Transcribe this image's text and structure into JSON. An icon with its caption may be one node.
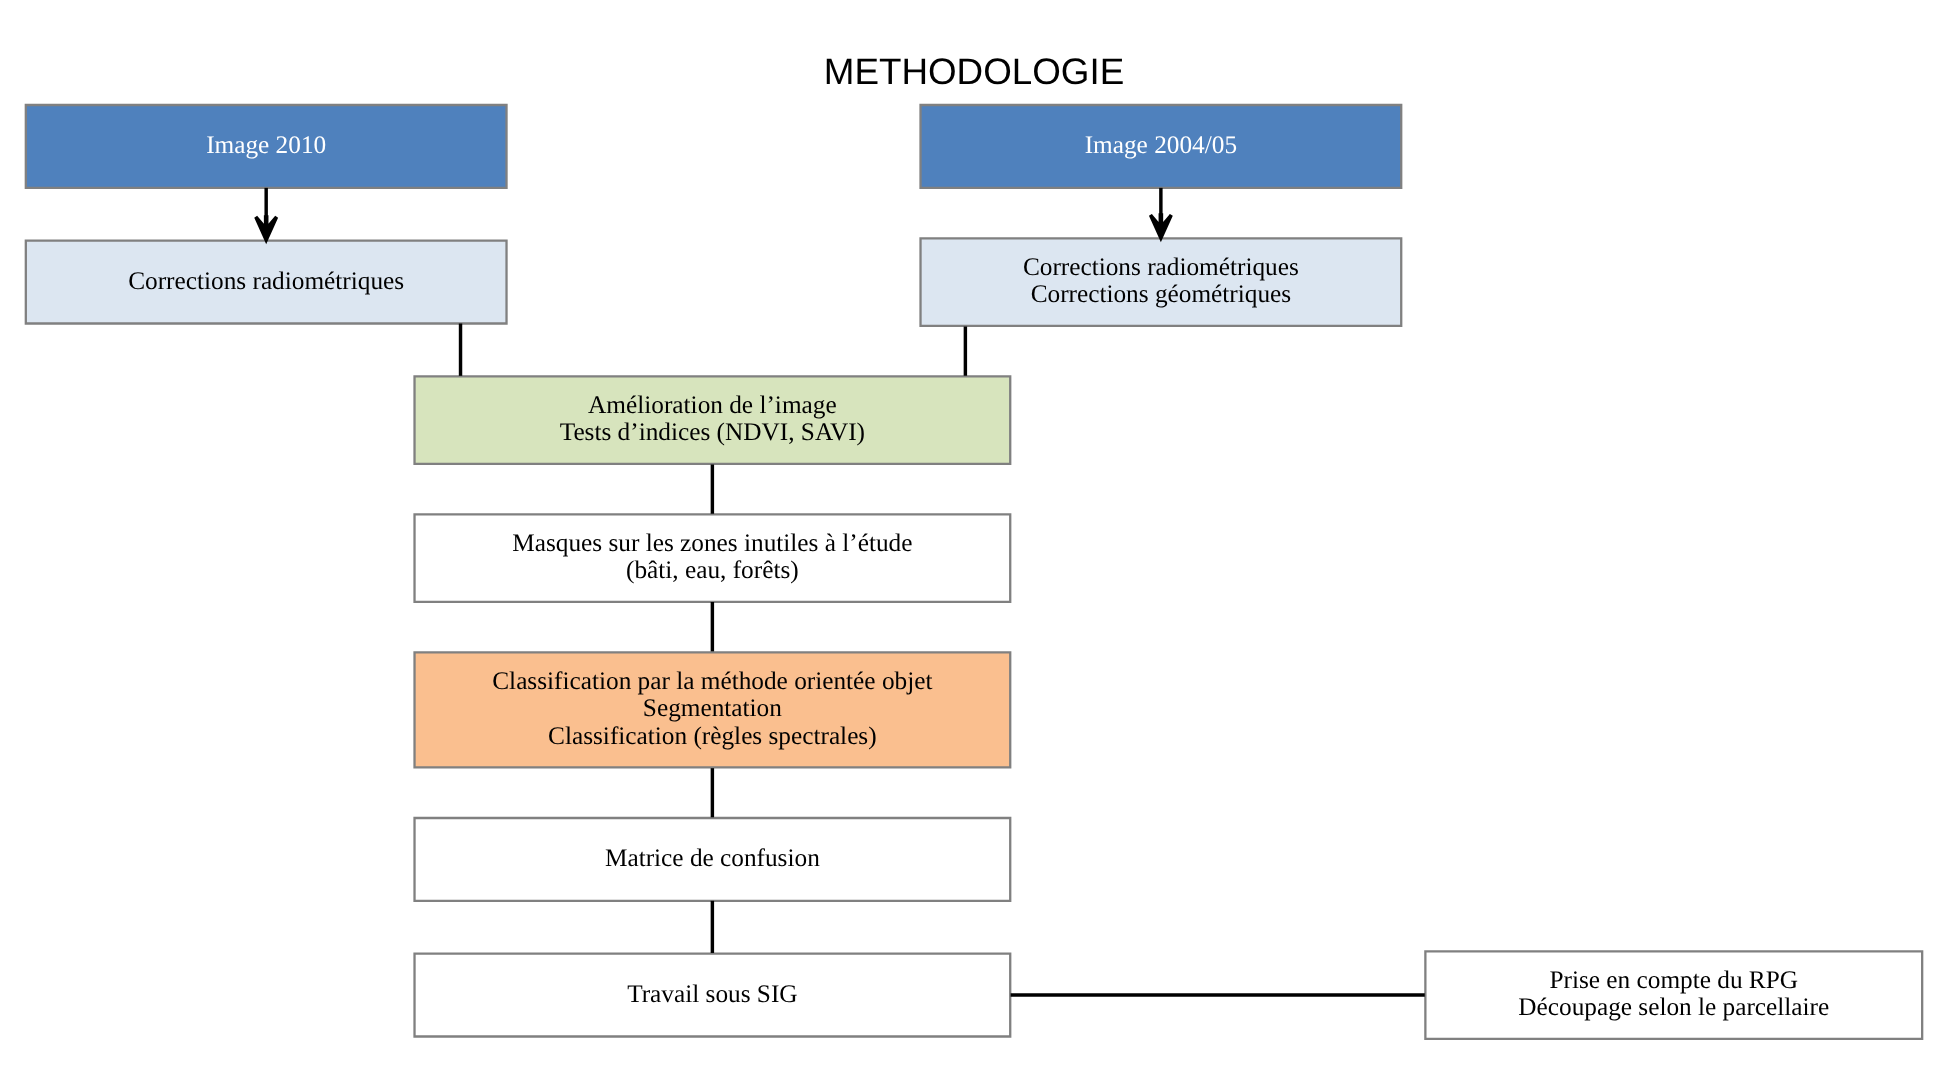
{
  "diagram": {
    "title": "METHODOLOGIE",
    "nodes": [
      {
        "text": [
          "Image 2010"
        ]
      },
      {
        "text": [
          "Image 2004/05"
        ]
      },
      {
        "text": [
          "Corrections radiométriques"
        ]
      },
      {
        "text": [
          "Corrections radiométriques",
          "Corrections géométriques"
        ]
      },
      {
        "text": [
          "Amélioration de l’image",
          "Tests d’indices (NDVI, SAVI)"
        ]
      },
      {
        "text": [
          "Masques sur les zones inutiles à l’étude",
          "(bâti, eau, forêts)"
        ]
      },
      {
        "text": [
          "Classification par la méthode orientée objet",
          "Segmentation",
          "Classification (règles spectrales)"
        ]
      },
      {
        "text": [
          "Matrice de confusion"
        ]
      },
      {
        "text": [
          "Travail sous SIG"
        ]
      },
      {
        "text": [
          "Prise en compte du RPG",
          "Découpage selon le parcellaire"
        ]
      }
    ],
    "edges": [
      {
        "from": 0,
        "to": 2,
        "arrow": "to"
      },
      {
        "from": 1,
        "to": 3,
        "arrow": "to"
      },
      {
        "from": 2,
        "to": 4,
        "arrow": "none"
      },
      {
        "from": 3,
        "to": 4,
        "arrow": "none"
      },
      {
        "from": 4,
        "to": 5,
        "arrow": "none"
      },
      {
        "from": 5,
        "to": 6,
        "arrow": "none"
      },
      {
        "from": 6,
        "to": 7,
        "arrow": "none"
      },
      {
        "from": 7,
        "to": 8,
        "arrow": "none"
      },
      {
        "from": 8,
        "to": 9,
        "arrow": "none"
      }
    ]
  }
}
